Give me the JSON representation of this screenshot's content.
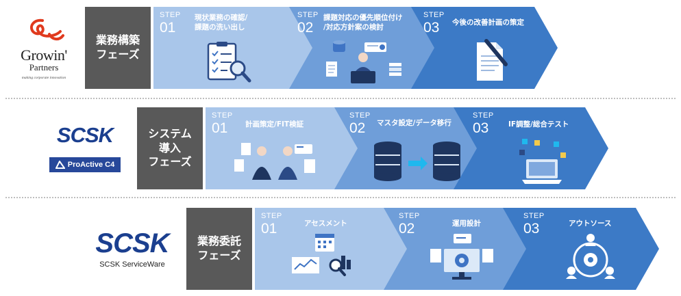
{
  "colors": {
    "step1": "#a9c6ea",
    "step2": "#6f9ed9",
    "step3": "#3c7ac6",
    "phase": "#595959",
    "logo_blue": "#1b3f8f",
    "growin_red": "#e03a1e"
  },
  "rows": [
    {
      "logo": {
        "name": "Growin'",
        "sub": "Partners",
        "tagline": "making corporate innovation"
      },
      "phase_label": "業務構築\nフェーズ",
      "steps": [
        {
          "tag": "STEP",
          "num": "01",
          "title": "現状業務の確認/\n課題の洗い出し",
          "icon": "clipboard-search-icon"
        },
        {
          "tag": "STEP",
          "num": "02",
          "title": "課題対応の優先順位付け\n/対応方針案の検討",
          "icon": "analyst-laptop-icon"
        },
        {
          "tag": "STEP",
          "num": "03",
          "title": "今後の改善計画の策定",
          "icon": "document-pen-icon"
        }
      ]
    },
    {
      "logo": {
        "name": "SCSK",
        "product": "ProActive C4"
      },
      "phase_label": "システム\n導入\nフェーズ",
      "steps": [
        {
          "tag": "STEP",
          "num": "01",
          "title": "計画策定/FIT検証",
          "icon": "meeting-people-icon"
        },
        {
          "tag": "STEP",
          "num": "02",
          "title": "マスタ設定/データ移行",
          "icon": "database-transfer-icon"
        },
        {
          "tag": "STEP",
          "num": "03",
          "title": "IF調整/総合テスト",
          "icon": "laptop-integration-icon"
        }
      ]
    },
    {
      "logo": {
        "name": "SCSK",
        "sub": "SCSK ServiceWare"
      },
      "phase_label": "業務委託\nフェーズ",
      "steps": [
        {
          "tag": "STEP",
          "num": "01",
          "title": "アセスメント",
          "icon": "assessment-chart-icon"
        },
        {
          "tag": "STEP",
          "num": "02",
          "title": "運用設計",
          "icon": "monitor-gear-icon"
        },
        {
          "tag": "STEP",
          "num": "03",
          "title": "アウトソース",
          "icon": "network-gear-icon"
        }
      ]
    }
  ]
}
